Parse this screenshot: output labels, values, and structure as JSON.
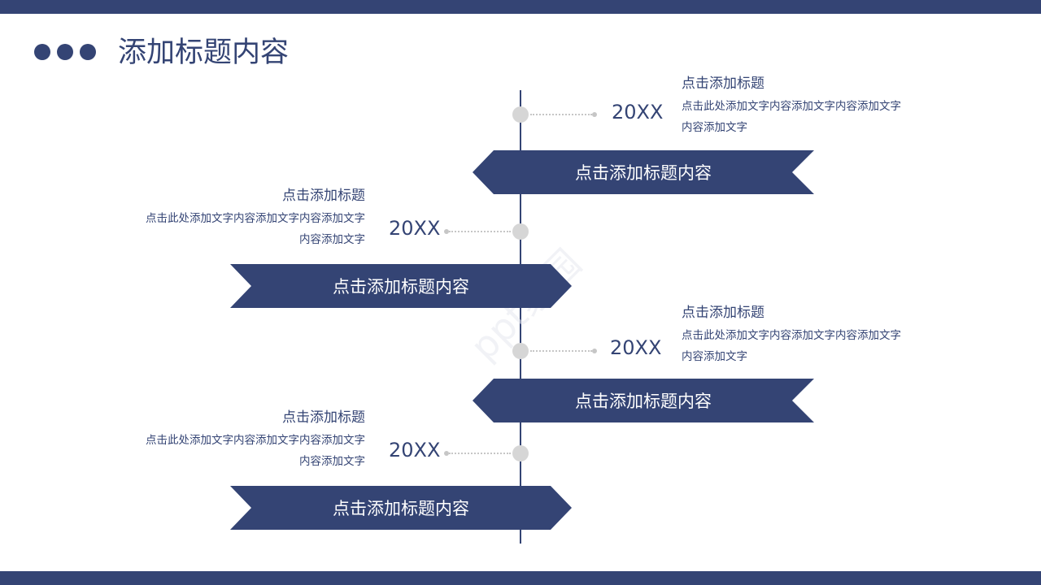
{
  "header": {
    "title": "添加标题内容"
  },
  "watermark": "ppt家园",
  "items": [
    {
      "year": "20XX",
      "title": "点击添加标题",
      "desc": "点击此处添加文字内容添加文字内容添加文字内容添加文字",
      "banner": "点击添加标题内容"
    },
    {
      "year": "20XX",
      "title": "点击添加标题",
      "desc": "点击此处添加文字内容添加文字内容添加文字内容添加文字",
      "banner": "点击添加标题内容"
    },
    {
      "year": "20XX",
      "title": "点击添加标题",
      "desc": "点击此处添加文字内容添加文字内容添加文字内容添加文字",
      "banner": "点击添加标题内容"
    },
    {
      "year": "20XX",
      "title": "点击添加标题",
      "desc": "点击此处添加文字内容添加文字内容添加文字内容添加文字",
      "banner": "点击添加标题内容"
    }
  ],
  "colors": {
    "primary": "#344474",
    "node": "#d6d6d6",
    "connector": "#c6c6c6"
  }
}
